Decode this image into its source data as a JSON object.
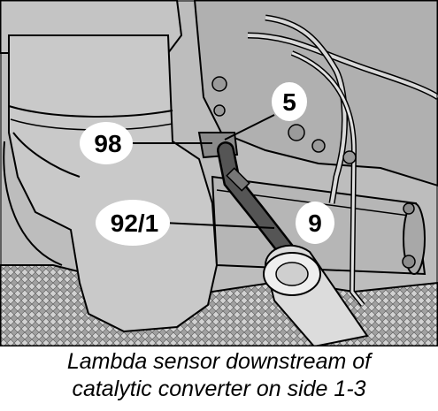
{
  "figure": {
    "callouts": [
      {
        "id": "c98",
        "label": "98"
      },
      {
        "id": "c5",
        "label": "5"
      },
      {
        "id": "c92",
        "label": "92/1"
      },
      {
        "id": "c9",
        "label": "9"
      }
    ]
  },
  "caption": {
    "line1": "Lambda sensor downstream of",
    "line2": "catalytic converter on side 1-3"
  },
  "colors": {
    "metal_light": "#c8c8c8",
    "metal_mid": "#a9a9a9",
    "metal_dark": "#7f7f7f",
    "cable": "#555555",
    "outline": "#000000",
    "callout_bg": "#ffffff"
  }
}
